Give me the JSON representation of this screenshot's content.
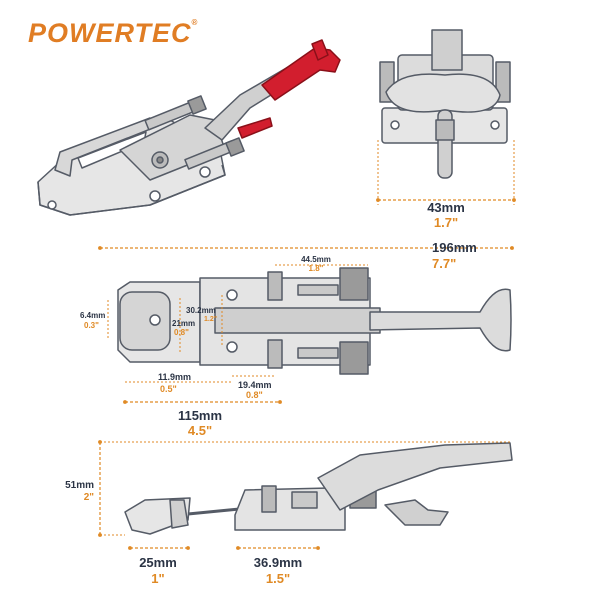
{
  "brand": {
    "name": "POWERTEC",
    "mark": "®"
  },
  "colors": {
    "accent": "#e08a25",
    "handle": "#d21e2e",
    "metal": "#d8d8d8",
    "outline": "#555b66",
    "metric_text": "#2b3445"
  },
  "dimensions": {
    "front_width": {
      "metric": "43mm",
      "imperial": "1.7\""
    },
    "overall_length": {
      "metric": "196mm",
      "imperial": "7.7\""
    },
    "bolt_spacing": {
      "metric": "44.5mm",
      "imperial": "1.8\""
    },
    "hook_thickness": {
      "metric": "6.4mm",
      "imperial": "0.3\""
    },
    "base_width": {
      "metric": "21mm",
      "imperial": "0.8\""
    },
    "hole_spacing": {
      "metric": "30.2mm",
      "imperial": "1.2\""
    },
    "hook_offset": {
      "metric": "11.9mm",
      "imperial": "0.5\""
    },
    "bolt_offset": {
      "metric": "19.4mm",
      "imperial": "0.8\""
    },
    "base_length": {
      "metric": "115mm",
      "imperial": "4.5\""
    },
    "height": {
      "metric": "51mm",
      "imperial": "2\""
    },
    "catch_length": {
      "metric": "25mm",
      "imperial": "1\""
    },
    "plate_length": {
      "metric": "36.9mm",
      "imperial": "1.5\""
    }
  }
}
